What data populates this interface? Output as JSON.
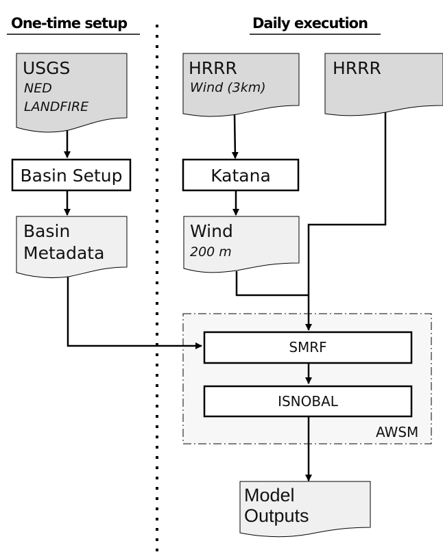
{
  "headers": {
    "left": "One-time setup",
    "right": "Daily execution"
  },
  "nodes": {
    "usgs": {
      "title": "USGS",
      "sub1": "NED",
      "sub2": "LANDFIRE",
      "type": "document"
    },
    "basin_setup": {
      "title": "Basin Setup",
      "type": "process"
    },
    "basin_metadata": {
      "title1": "Basin",
      "title2": "Metadata",
      "type": "document"
    },
    "hrrr_wind": {
      "title": "HRRR",
      "sub1": "Wind (3km)",
      "type": "document"
    },
    "katana": {
      "title": "Katana",
      "type": "process"
    },
    "wind_200": {
      "title": "Wind",
      "sub1": "200 m",
      "type": "document"
    },
    "hrrr": {
      "title": "HRRR",
      "type": "document"
    },
    "smrf": {
      "title": "SMRF",
      "type": "process"
    },
    "isnobal": {
      "title": "ISNOBAL",
      "type": "process"
    },
    "model_outputs": {
      "title1": "Model",
      "title2": "Outputs",
      "type": "document"
    }
  },
  "group": {
    "label": "AWSM"
  },
  "edges": [
    {
      "from": "usgs",
      "to": "basin_setup"
    },
    {
      "from": "basin_setup",
      "to": "basin_metadata"
    },
    {
      "from": "basin_metadata",
      "to": "smrf"
    },
    {
      "from": "hrrr_wind",
      "to": "katana"
    },
    {
      "from": "katana",
      "to": "wind_200"
    },
    {
      "from": "wind_200",
      "to": "smrf"
    },
    {
      "from": "hrrr",
      "to": "smrf"
    },
    {
      "from": "smrf",
      "to": "isnobal"
    },
    {
      "from": "isnobal",
      "to": "model_outputs"
    }
  ],
  "colors": {
    "input_doc_fill": "#d9d9d9",
    "intermediate_doc_fill": "#f0f0f0",
    "process_fill": "#ffffff",
    "group_fill": "#f7f7f7",
    "stroke": "#000000"
  }
}
